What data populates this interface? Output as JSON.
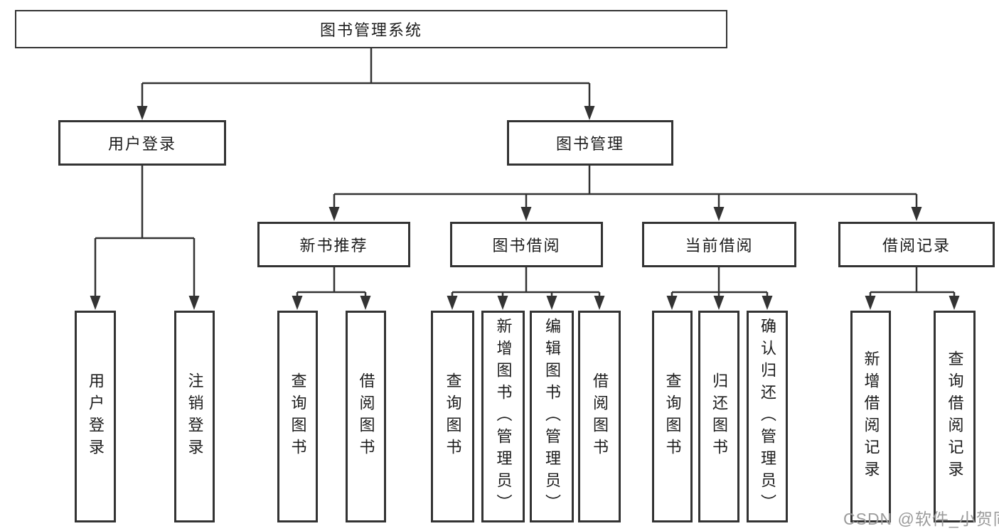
{
  "diagram": {
    "type": "hierarchy-flowchart",
    "root": {
      "label": "图书管理系统"
    },
    "level2": [
      {
        "label": "用户登录",
        "children": [
          "用户登录",
          "注销登录"
        ]
      },
      {
        "label": "图书管理",
        "groups": [
          {
            "label": "新书推荐",
            "children": [
              "查询图书",
              "借阅图书"
            ]
          },
          {
            "label": "图书借阅",
            "children": [
              "查询图书",
              "新增图书（管理员）",
              "编辑图书（管理员）",
              "借阅图书"
            ]
          },
          {
            "label": "当前借阅",
            "children": [
              "查询图书",
              "归还图书",
              "确认归还（管理员）"
            ]
          },
          {
            "label": "借阅记录",
            "children": [
              "新增借阅记录",
              "查询借阅记录"
            ]
          }
        ]
      }
    ]
  },
  "watermark": {
    "text": "CSDN @软件_小贺同学"
  },
  "colors": {
    "line": "#333333",
    "text": "#1c1c1c",
    "watermark": "#9b9b9b",
    "background": "#ffffff"
  }
}
